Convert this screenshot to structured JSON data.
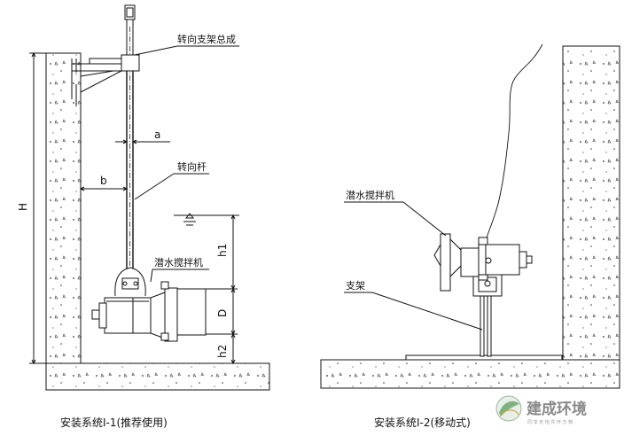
{
  "labels": {
    "steering_assembly": "转向支架总成",
    "steering_rod": "转向杆",
    "mixer_left": "潜水搅拌机",
    "mixer_right": "潜水搅拌机",
    "bracket": "支架"
  },
  "dims": {
    "H": "H",
    "a": "a",
    "b": "b",
    "h1": "h1",
    "h2": "h2",
    "D": "D"
  },
  "captions": {
    "left": "安装系统Ⅰ-1(推荐使用)",
    "right": "安装系统Ⅰ-2(移动式)"
  },
  "logo": {
    "name": "建成环境",
    "tagline": "同 享 天 地   共 环 万 物"
  }
}
